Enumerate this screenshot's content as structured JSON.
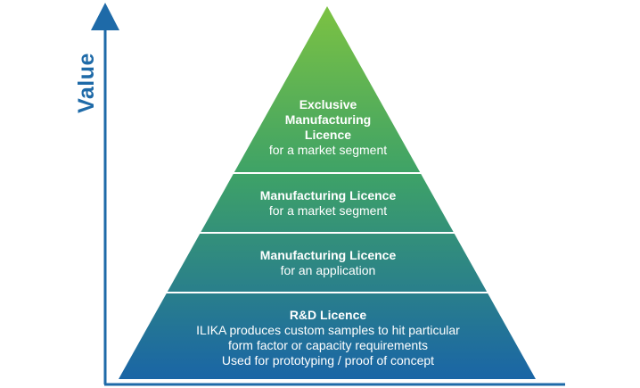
{
  "axis": {
    "label": "Value"
  },
  "colors": {
    "axis": "#1e6aa8",
    "top": "#77c043",
    "bottom": "#1b67a6",
    "divider": "#ffffff",
    "text": "#ffffff"
  },
  "tiers": [
    {
      "title": "Exclusive Manufacturing Licence",
      "lines": [
        "for a market segment"
      ]
    },
    {
      "title": "Manufacturing Licence",
      "lines": [
        "for a market segment"
      ]
    },
    {
      "title": "Manufacturing Licence",
      "lines": [
        "for an application"
      ]
    },
    {
      "title": "R&D Licence",
      "lines": [
        "ILIKA produces custom samples to hit particular",
        "form factor or capacity requirements",
        "Used for prototyping / proof of concept"
      ]
    }
  ]
}
